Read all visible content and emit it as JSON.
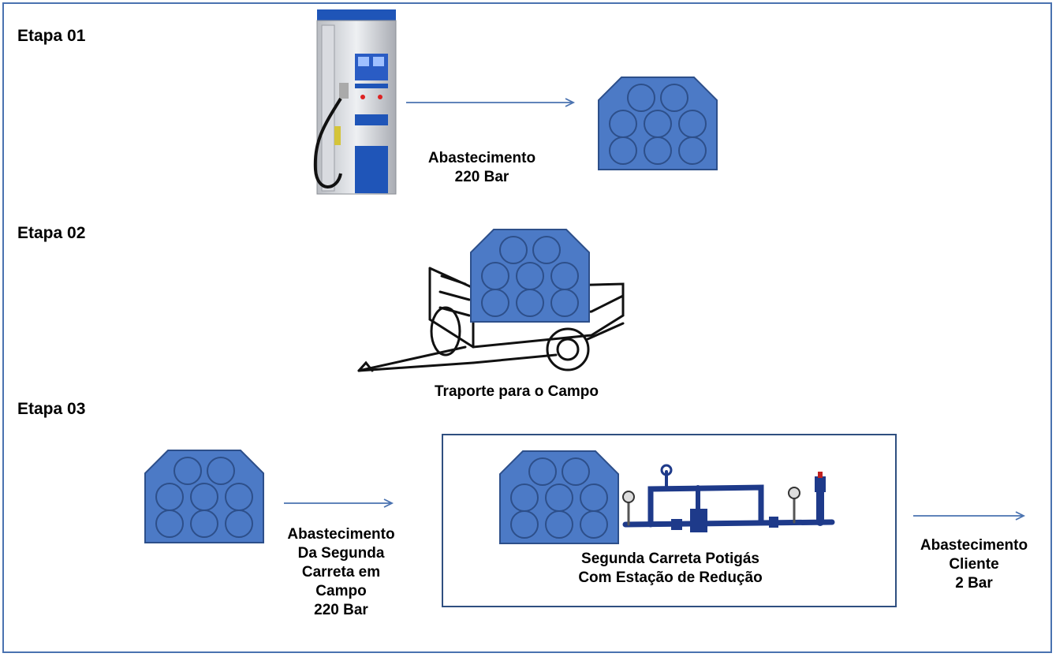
{
  "stages": {
    "s1": "Etapa 01",
    "s2": "Etapa 02",
    "s3": "Etapa 03"
  },
  "captions": {
    "fill_220": [
      "Abastecimento",
      "220 Bar"
    ],
    "transport": "Traporte para o Campo",
    "second_fill": [
      "Abastecimento",
      "Da Segunda",
      "Carreta em",
      "Campo",
      "220 Bar"
    ],
    "second_trailer": [
      "Segunda Carreta Potigás",
      "Com Estação de Redução"
    ],
    "client": [
      "Abastecimento",
      "Cliente",
      "2 Bar"
    ]
  },
  "icons": {
    "pump": "fuel-dispenser-icon",
    "cylinders": "gas-cylinder-bundle-icon",
    "trailer": "trailer-icon",
    "station": "pressure-reduction-station-icon"
  },
  "colors": {
    "frame": "#4a72b0",
    "cylinder_fill": "#4c7ac6",
    "cylinder_stroke": "#2d4f8a",
    "arrow": "#4a72b0",
    "pipe": "#1e3a8a"
  }
}
